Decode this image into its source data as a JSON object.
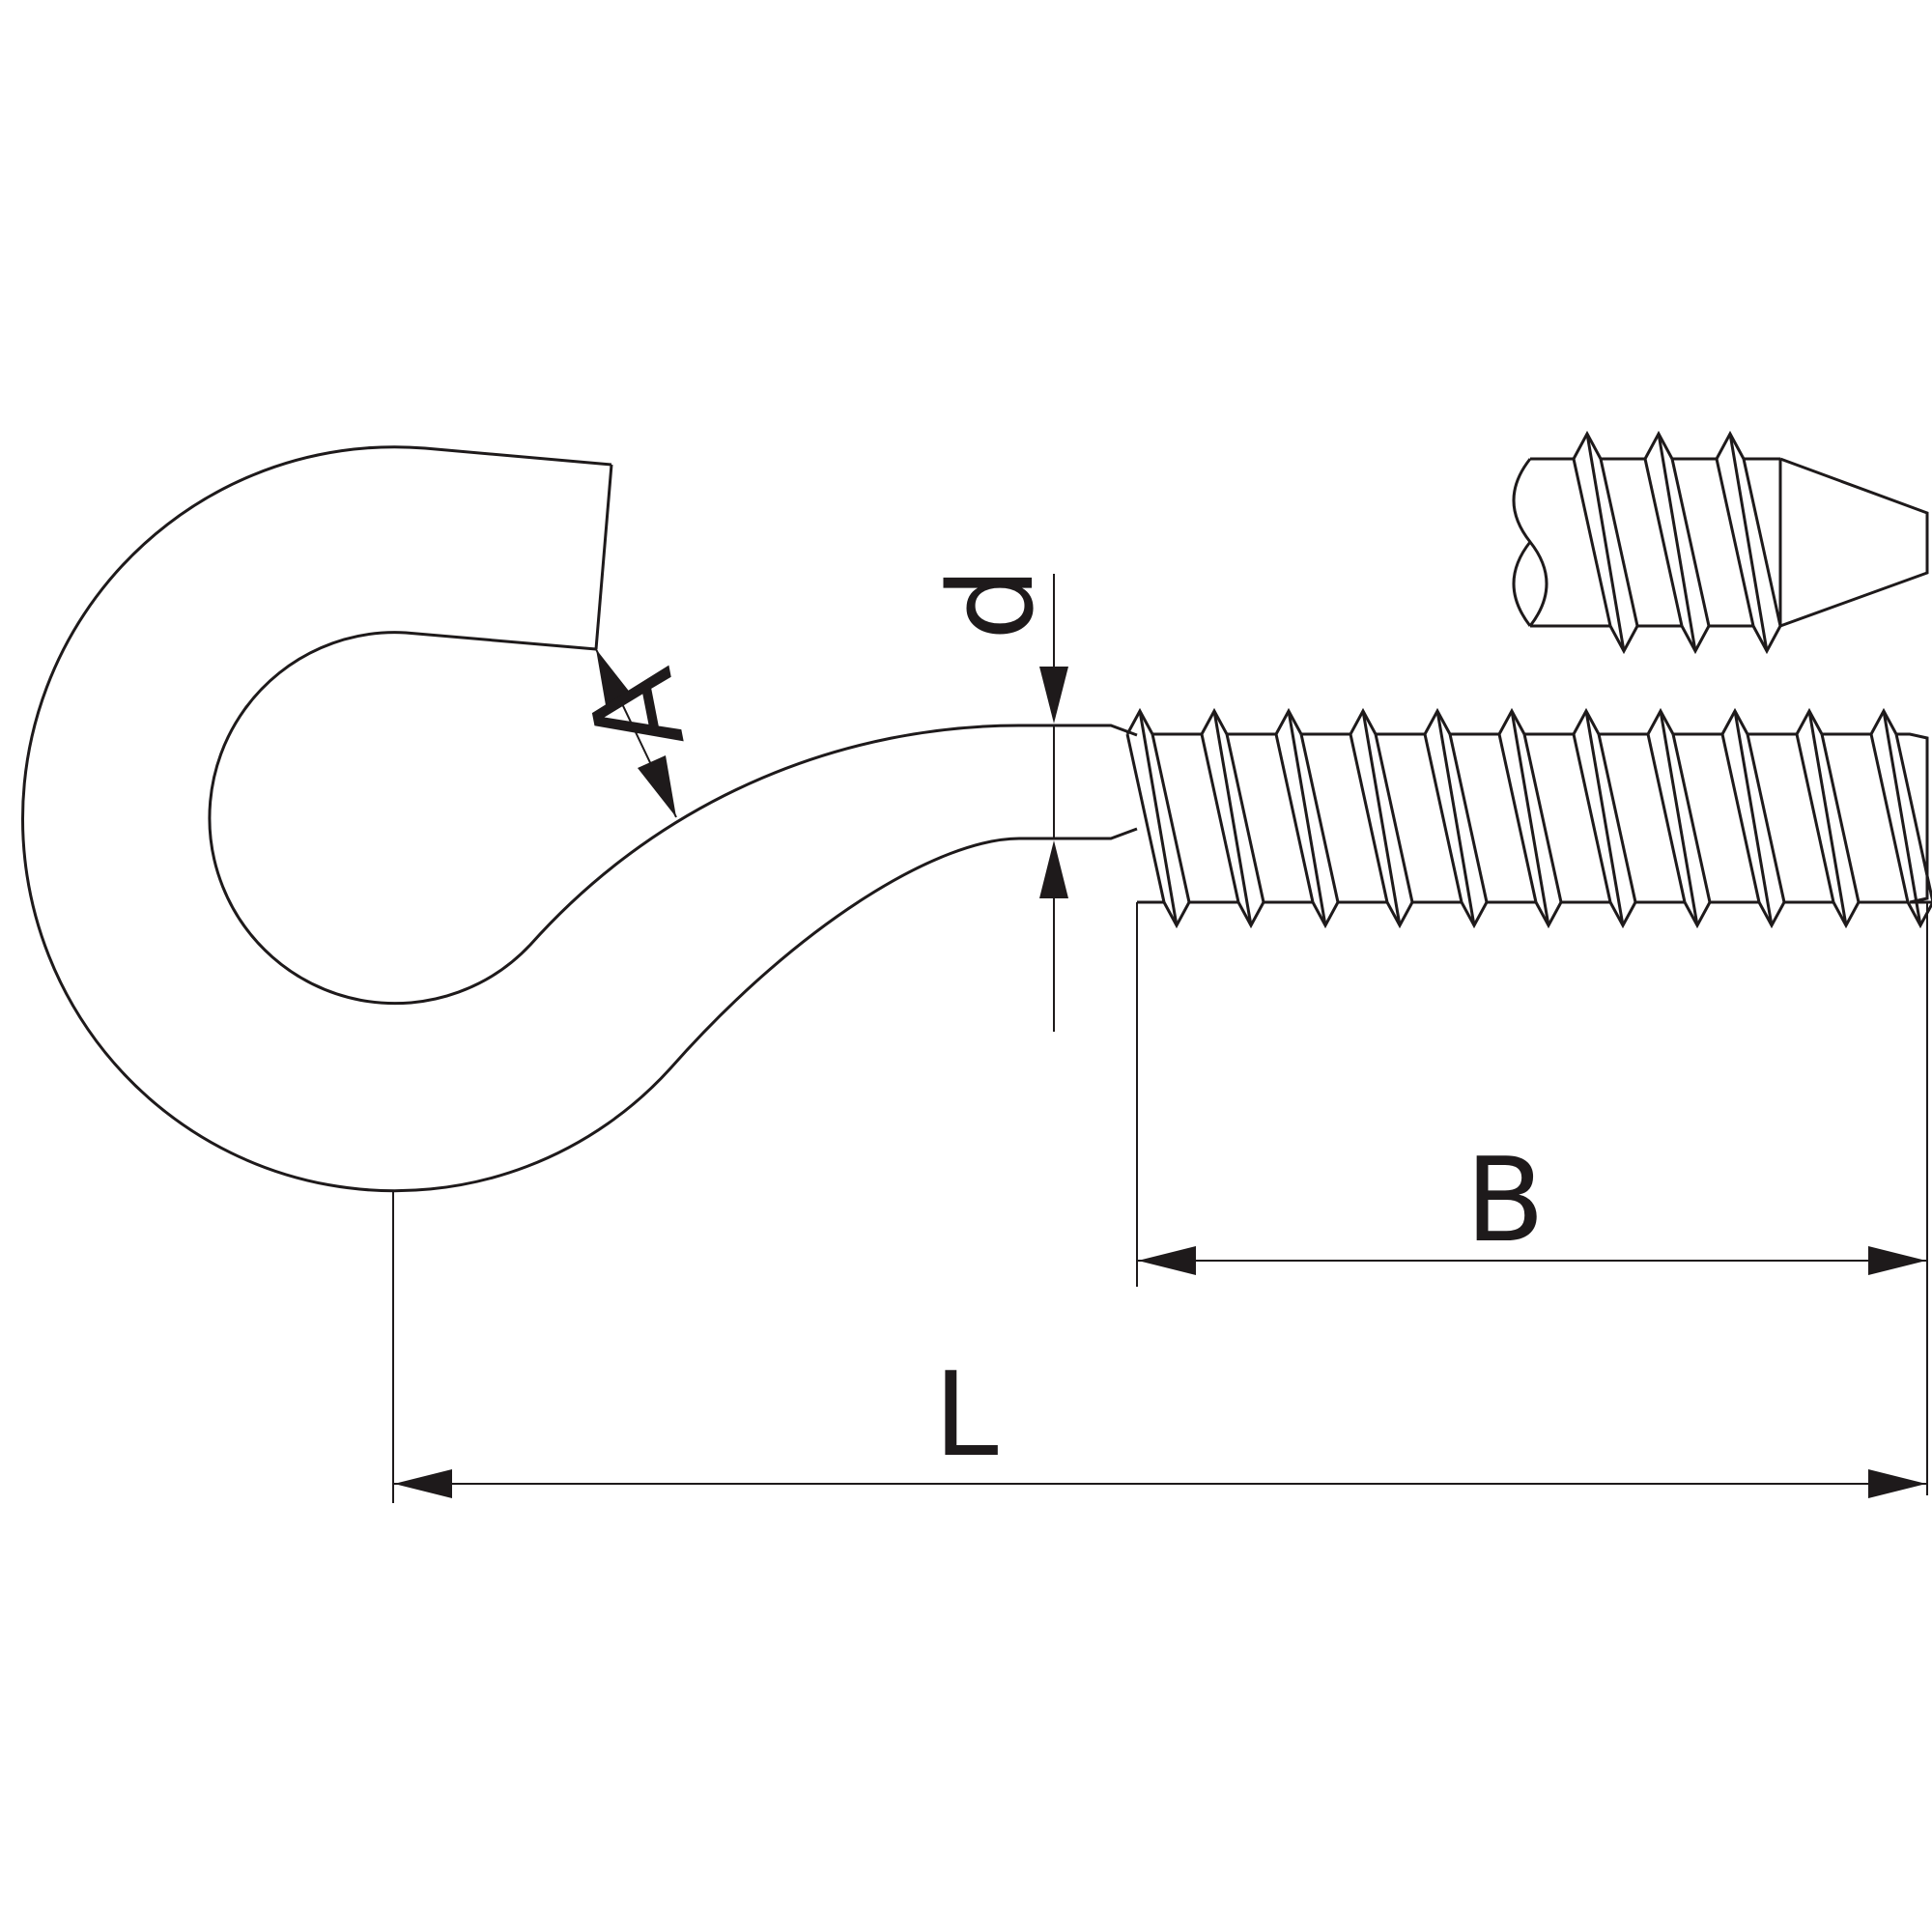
{
  "diagram": {
    "labels": {
      "A": "A",
      "d": "d",
      "B": "B",
      "L": "L"
    },
    "colors": {
      "line": "#1e1a1b",
      "background": "#ffffff"
    }
  }
}
